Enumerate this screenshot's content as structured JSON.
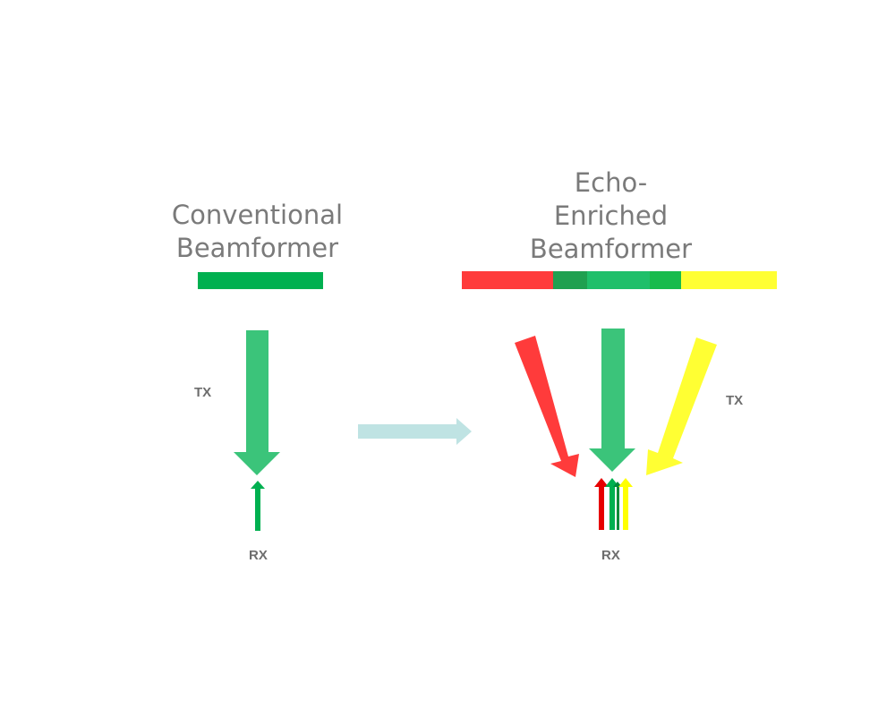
{
  "left_panel": {
    "title_lines": [
      "Conventional",
      "Beamformer"
    ],
    "tx_label": "TX",
    "rx_label": "RX"
  },
  "right_panel": {
    "title_lines": [
      "Echo-",
      "Enriched",
      "Beamformer"
    ],
    "tx_label": "TX",
    "rx_label": "RX"
  },
  "colors": {
    "title_text": "#7a7a7a",
    "label_text": "#6d6d6d",
    "conventional_bar": "#00b050",
    "tx_green": "#3bc47a",
    "tx_red": "#ff3b3b",
    "tx_yellow": "#ffff33",
    "rx_red": "#e60000",
    "rx_green": "#00b050",
    "rx_dark_green": "#008a3a",
    "rx_yellow": "#ffff00",
    "transition_arrow": "#bfe3e3",
    "segment_red": "#ff3b3b",
    "segment_dark_green": "#1fa050",
    "segment_mid_green": "#1fbf6a",
    "segment_green": "#18bb4c",
    "segment_yellow": "#ffff33"
  }
}
